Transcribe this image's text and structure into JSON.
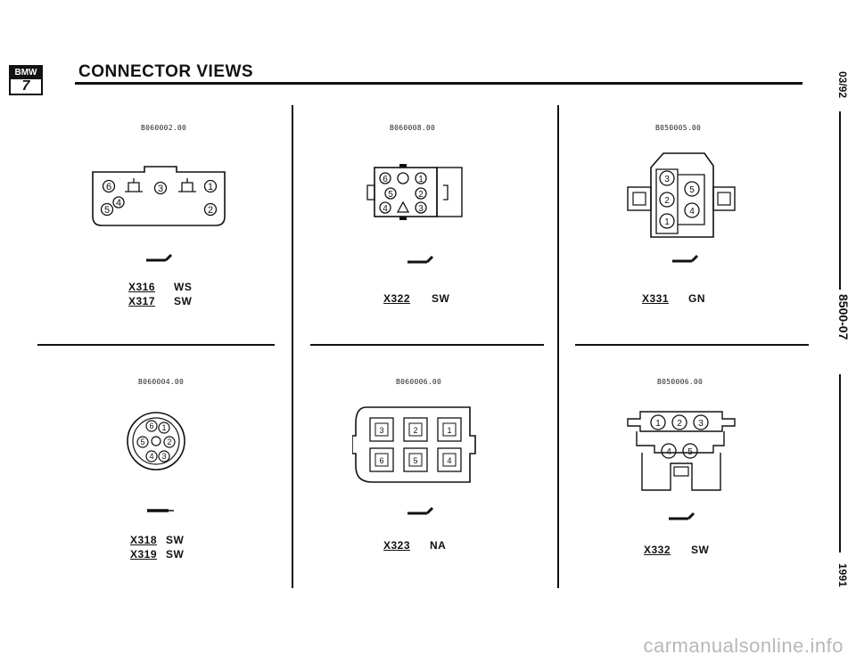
{
  "header": {
    "title": "CONNECTOR VIEWS",
    "logo_text": "BMW",
    "series": "7"
  },
  "side": {
    "date": "03/92",
    "section": "8500-07",
    "year": "1991"
  },
  "connectors": [
    {
      "code": "B060002.00",
      "ids": [
        {
          "id": "X316",
          "color": "WS"
        },
        {
          "id": "X317",
          "color": "SW"
        }
      ]
    },
    {
      "code": "B060008.00",
      "ids": [
        {
          "id": "X322",
          "color": "SW"
        }
      ]
    },
    {
      "code": "B050005.00",
      "ids": [
        {
          "id": "X331",
          "color": "GN"
        }
      ]
    },
    {
      "code": "B060004.00",
      "ids": [
        {
          "id": "X318",
          "color": "SW"
        },
        {
          "id": "X319",
          "color": "SW"
        }
      ]
    },
    {
      "code": "B060006.00",
      "ids": [
        {
          "id": "X323",
          "color": "NA"
        }
      ]
    },
    {
      "code": "B050006.00",
      "ids": [
        {
          "id": "X332",
          "color": "SW"
        }
      ]
    }
  ],
  "pins": {
    "c1": [
      "6",
      "3",
      "1",
      "5",
      "4",
      "2"
    ],
    "c2": [
      "6",
      "1",
      "5",
      "2",
      "4",
      "3"
    ],
    "c3": [
      "3",
      "5",
      "2",
      "4",
      "1"
    ],
    "c4": [
      "6",
      "1",
      "5",
      "2",
      "4",
      "3"
    ],
    "c5": [
      "3",
      "2",
      "1",
      "6",
      "5",
      "4"
    ],
    "c6": [
      "1",
      "2",
      "3",
      "4",
      "5"
    ]
  },
  "watermark": "carmanualsonline.info"
}
